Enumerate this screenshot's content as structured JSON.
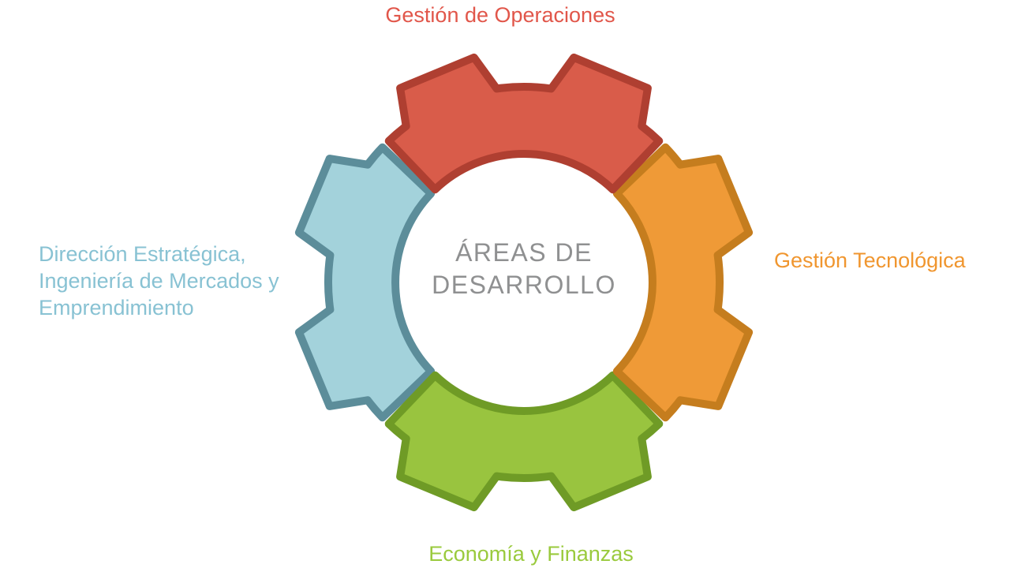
{
  "slide": {
    "background_color": "#FFFFFF",
    "center_title": {
      "lines": [
        "ÁREAS DE",
        "DESARROLLO"
      ],
      "color": "#8F9091"
    },
    "segments": [
      {
        "id": "gestion-operaciones",
        "position": "top",
        "start_deg": 225,
        "fill": "#D95C4A",
        "stroke": "#AF3F31",
        "label_color": "#E1564A",
        "label_lines": [
          "Gestión de Operaciones"
        ]
      },
      {
        "id": "gestion-tecnologica",
        "position": "right",
        "start_deg": 315,
        "fill": "#EF9A37",
        "stroke": "#C57D1E",
        "label_color": "#F0962F",
        "label_lines": [
          "Gestión Tecnológica"
        ]
      },
      {
        "id": "economia-finanzas",
        "position": "bottom",
        "start_deg": 45,
        "fill": "#99C43F",
        "stroke": "#6F9B26",
        "label_color": "#9ACA3D",
        "label_lines": [
          "Economía y Finanzas"
        ]
      },
      {
        "id": "direccion-estrategica",
        "position": "left",
        "start_deg": 135,
        "fill": "#A3D2DB",
        "stroke": "#5C8D9A",
        "label_color": "#88C2D3",
        "label_lines": [
          "Dirección Estratégica,",
          "Ingeniería de Mercados y",
          "Emprendimiento"
        ]
      }
    ]
  }
}
